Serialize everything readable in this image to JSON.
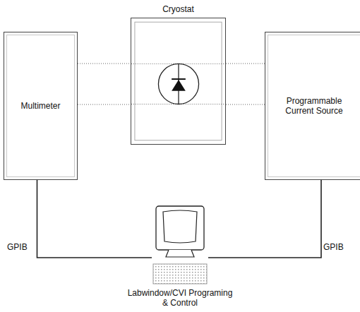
{
  "diagram": {
    "nodes": [
      {
        "text": [
          "Cryostat"
        ]
      },
      {
        "text": [
          "Multimeter"
        ]
      },
      {
        "text": [
          "Programmable Current Source"
        ]
      },
      {
        "text": [
          "Labwindow/CVI Programing & Control"
        ]
      }
    ],
    "edges": [
      {
        "from": 1,
        "to": 0,
        "arrow": "none"
      },
      {
        "from": 1,
        "to": 0,
        "arrow": "none"
      },
      {
        "from": 0,
        "to": 2,
        "arrow": "none"
      },
      {
        "from": 0,
        "to": 2,
        "arrow": "none"
      },
      {
        "from": 1,
        "to": 3,
        "label": "GPIB",
        "arrow": "none"
      },
      {
        "from": 3,
        "to": 2,
        "label": "GPIB",
        "arrow": "none"
      }
    ]
  }
}
